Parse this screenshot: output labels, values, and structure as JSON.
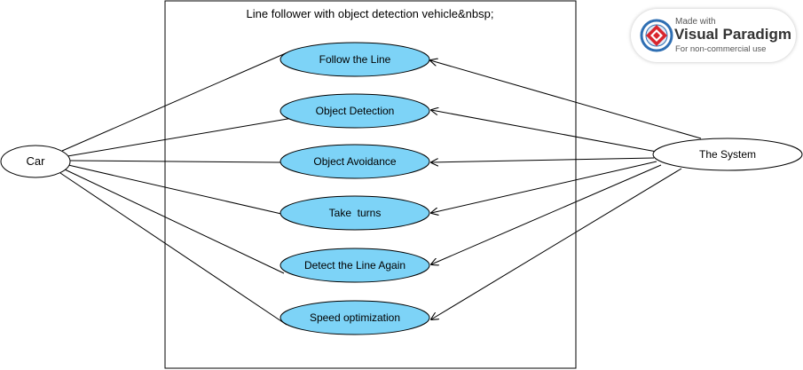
{
  "system_boundary": {
    "title": "Line follower with object detection vehicle&nbsp;"
  },
  "actors": {
    "car": "Car",
    "system": "The System"
  },
  "use_cases": [
    "Follow the Line",
    "Object Detection",
    "Object Avoidance",
    "Take  turns",
    "Detect the Line Again",
    "Speed optimization"
  ],
  "colors": {
    "use_case_fill": "#7dd3f7",
    "stroke": "#000000",
    "background": "#ffffff"
  },
  "watermark": {
    "made_with": "Made with",
    "brand": "Visual Paradigm",
    "note": "For non-commercial use"
  }
}
